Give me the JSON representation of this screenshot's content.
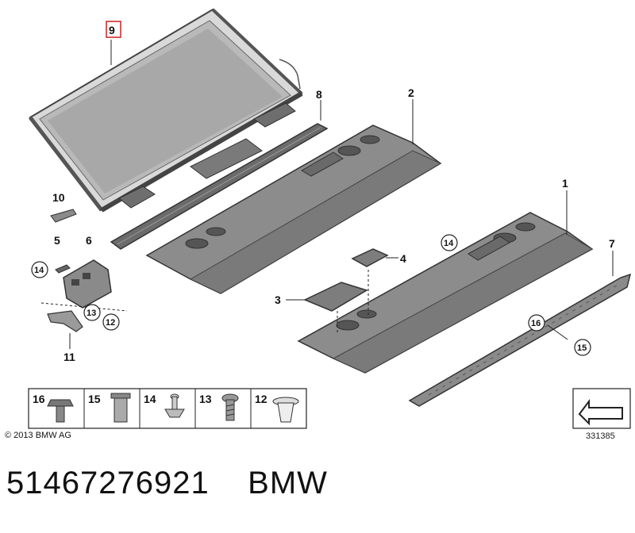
{
  "callouts": {
    "c1": "1",
    "c2": "2",
    "c3": "3",
    "c4": "4",
    "c5": "5",
    "c6": "6",
    "c7": "7",
    "c8": "8",
    "c9": "9",
    "c10": "10",
    "c11": "11",
    "c12a": "12",
    "c13a": "13",
    "c14a": "14",
    "c14b": "14",
    "c15a": "15",
    "c16a": "16"
  },
  "legend": [
    {
      "num": "16",
      "icon": "screw-collar-icon"
    },
    {
      "num": "15",
      "icon": "clip-nut-icon"
    },
    {
      "num": "14",
      "icon": "expanding-rivet-icon"
    },
    {
      "num": "13",
      "icon": "torx-screw-icon"
    },
    {
      "num": "12",
      "icon": "spreading-clip-icon"
    }
  ],
  "copyright": "© 2013 BMW AG",
  "reference": "331385",
  "part_number": "51467276921    BMW",
  "colors": {
    "part_fill": "#8a8a8a",
    "part_dark": "#5e5e5e",
    "outline": "#333333",
    "highlight": "#cc2222"
  }
}
